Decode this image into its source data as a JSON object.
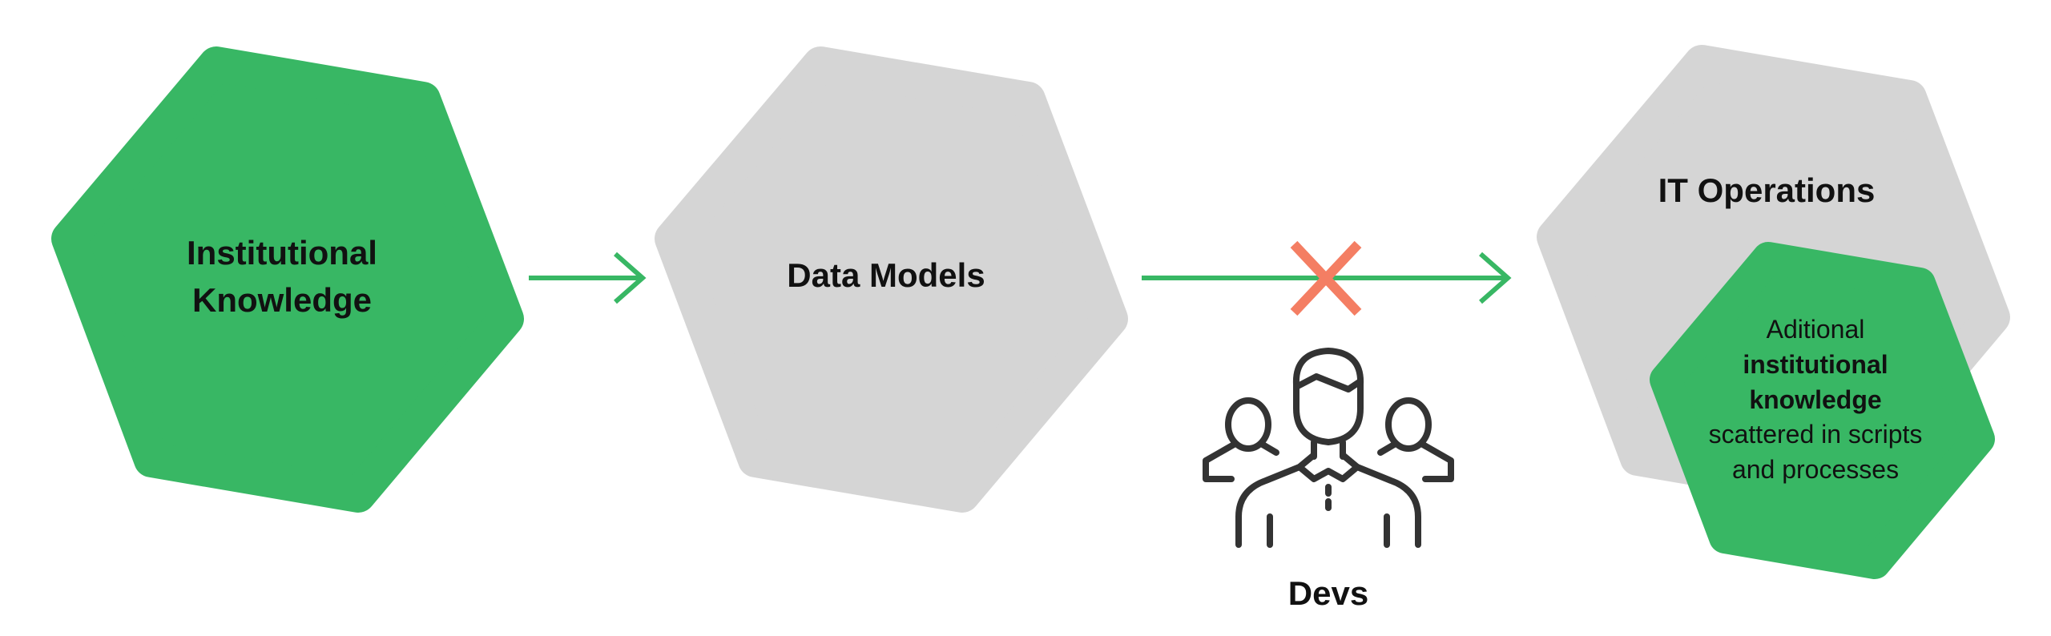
{
  "colors": {
    "green": "#38b764",
    "gray": "#d5d5d5",
    "cross": "#f47e63",
    "ink": "#333333",
    "text": "#111111"
  },
  "nodes": {
    "institutional": {
      "line1": "Institutional",
      "line2": "Knowledge"
    },
    "data_models": {
      "label": "Data Models"
    },
    "it_operations": {
      "label": "IT Operations"
    },
    "additional": {
      "line1": "Aditional",
      "line2": "institutional",
      "line3": "knowledge",
      "line4": "scattered in scripts",
      "line5": "and processes"
    }
  },
  "devs": {
    "label": "Devs",
    "icon": "developers-group-icon"
  },
  "connectors": {
    "first": "arrow-right",
    "second": "arrow-right-blocked",
    "blocked_marker": "x-mark"
  }
}
